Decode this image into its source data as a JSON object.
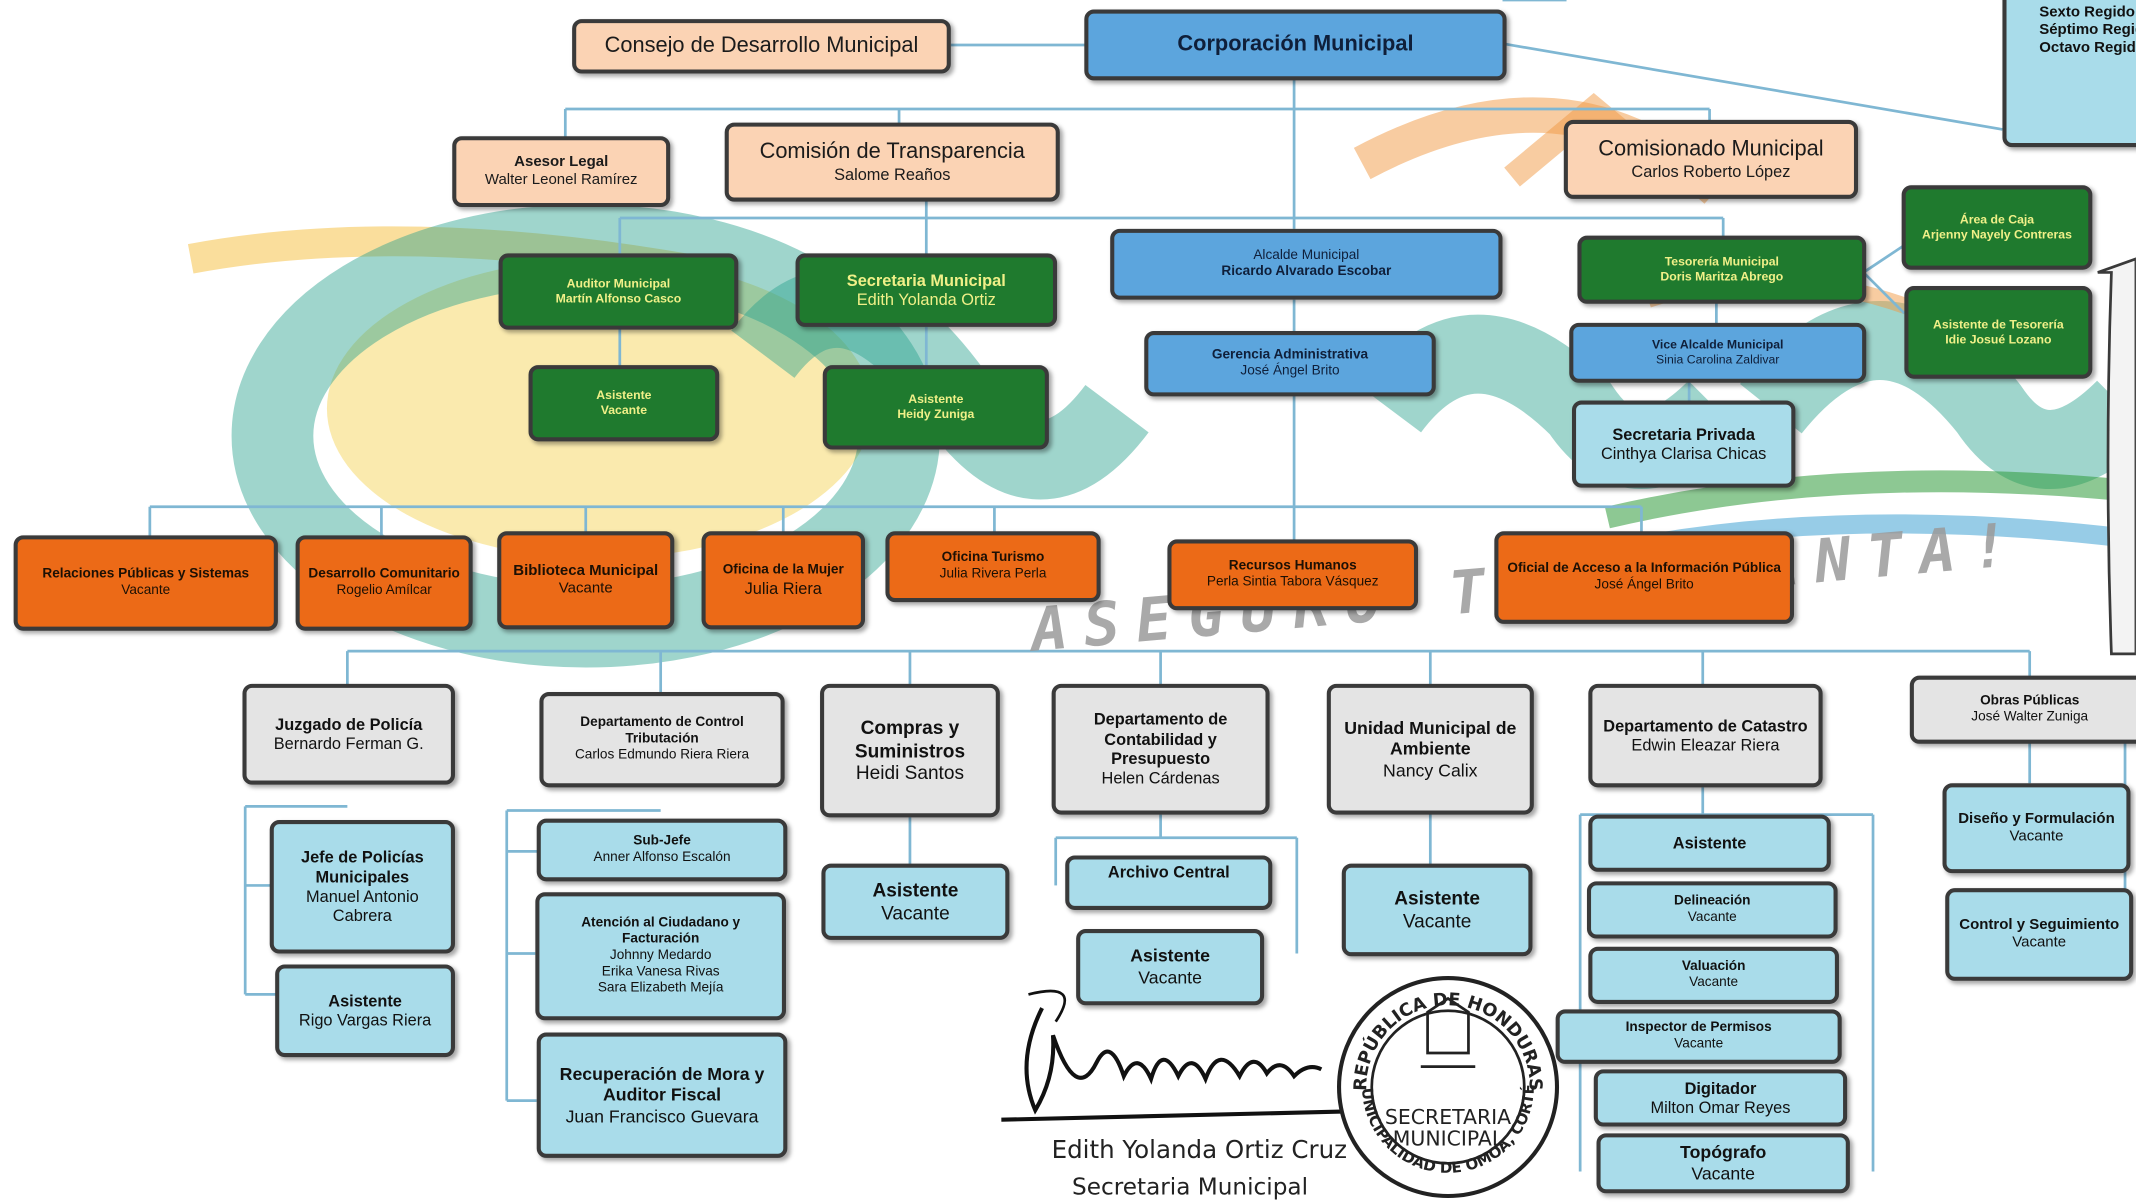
{
  "colors": {
    "peach": "#fbd3b4",
    "blue": "#5ca5dd",
    "green": "#1f7a2e",
    "orange": "#ec6a17",
    "gray": "#e4e4e4",
    "light_blue": "#a9dcea",
    "connector": "#7fb7d3"
  },
  "watermark": {
    "slogan": "ASEGURO TE ENCANTA!"
  },
  "top": {
    "corporacion": "Corporación Municipal",
    "consejo": "Consejo de Desarrollo Municipal",
    "regidores": [
      "Sexto Regidor",
      "Séptimo Regidor",
      "Octavo Regidor"
    ]
  },
  "advisory": {
    "asesor": {
      "title": "Asesor Legal",
      "name": "Walter Leonel Ramírez"
    },
    "transparencia": {
      "title": "Comisión de Transparencia",
      "name": "Salome Reaños"
    },
    "comisionado": {
      "title": "Comisionado Municipal",
      "name": "Carlos Roberto López"
    }
  },
  "executive": {
    "auditor": {
      "title": "Auditor Municipal",
      "name": "Martín Alfonso Casco"
    },
    "auditor_asistente": {
      "title": "Asistente",
      "name": "Vacante"
    },
    "secretaria": {
      "title": "Secretaria Municipal",
      "name": "Edith Yolanda Ortiz"
    },
    "secretaria_asistente": {
      "title": "Asistente",
      "name": "Heidy Zuniga"
    },
    "alcalde": {
      "title": "Alcalde Municipal",
      "name": "Ricardo Alvarado Escobar"
    },
    "gerencia": {
      "title": "Gerencia Administrativa",
      "name": "José Ángel Brito"
    },
    "tesoreria": {
      "title": "Tesorería Municipal",
      "name": "Doris Maritza Abrego"
    },
    "vice": {
      "title": "Vice Alcalde Municipal",
      "name": "Sinia Carolina Zaldivar"
    },
    "privada": {
      "title": "Secretaria Privada",
      "name": "Cinthya Clarisa Chicas"
    },
    "caja": {
      "title": "Área de Caja",
      "name": "Arjenny Nayely Contreras"
    },
    "asist_tesoreria": {
      "title": "Asistente de Tesorería",
      "name": "Idie Josué Lozano"
    }
  },
  "orange_row": [
    {
      "title": "Relaciones Públicas y Sistemas",
      "name": "Vacante"
    },
    {
      "title": "Desarrollo Comunitario",
      "name": "Rogelio Amílcar"
    },
    {
      "title": "Biblioteca Municipal",
      "name": "Vacante"
    },
    {
      "title": "Oficina de la Mujer",
      "name": "Julia Riera"
    },
    {
      "title": "Oficina Turismo",
      "name": "Julia Rivera Perla"
    },
    {
      "title": "Recursos Humanos",
      "name": "Perla Sintia Tabora Vásquez"
    },
    {
      "title": "Oficial de Acceso a la Información Pública",
      "name": "José Ángel Brito"
    }
  ],
  "departments": {
    "juzgado": {
      "title": "Juzgado de Policía",
      "name": "Bernardo Ferman G."
    },
    "control": {
      "title": "Departamento de Control Tributación",
      "name": "Carlos Edmundo Riera Riera"
    },
    "compras": {
      "title": "Compras y Suministros",
      "name": "Heidi Santos"
    },
    "contabilidad": {
      "title": "Departamento de Contabilidad y Presupuesto",
      "name": "Helen Cárdenas"
    },
    "ambiente": {
      "title": "Unidad Municipal de Ambiente",
      "name": "Nancy Calix"
    },
    "catastro": {
      "title": "Departamento de Catastro",
      "name": "Edwin Eleazar Riera"
    },
    "obras": {
      "title": "Obras Públicas",
      "name": "José Walter Zuniga"
    }
  },
  "sub_units": {
    "jefe_policias": {
      "title": "Jefe de Policías Municipales",
      "name": "Manuel Antonio Cabrera"
    },
    "juzgado_asistente": {
      "title": "Asistente",
      "name": "Rigo Vargas Riera"
    },
    "subjefe": {
      "title": "Sub-Jefe",
      "name": "Anner Alfonso Escalón"
    },
    "atencion": {
      "title": "Atención al Ciudadano y Facturación",
      "names": [
        "Johnny Medardo",
        "Erika Vanesa Rivas",
        "Sara Elizabeth Mejía"
      ]
    },
    "recuperacion": {
      "title": "Recuperación de Mora y Auditor Fiscal",
      "name": "Juan Francisco Guevara"
    },
    "compras_asistente": {
      "title": "Asistente",
      "name": "Vacante"
    },
    "archivo": {
      "title": "Archivo Central"
    },
    "contab_asistente": {
      "title": "Asistente",
      "name": "Vacante"
    },
    "ambiente_asistente": {
      "title": "Asistente",
      "name": "Vacante"
    },
    "catastro_asistente": {
      "title": "Asistente"
    },
    "delineacion": {
      "title": "Delineación",
      "name": "Vacante"
    },
    "valuacion": {
      "title": "Valuación",
      "name": "Vacante"
    },
    "inspector": {
      "title": "Inspector de Permisos",
      "name": "Vacante"
    },
    "digitador": {
      "title": "Digitador",
      "name": "Milton Omar Reyes"
    },
    "topografo": {
      "title": "Topógrafo",
      "name": "Vacante"
    },
    "diseno": {
      "title": "Diseño y Formulación",
      "name": "Vacante"
    },
    "control_seg": {
      "title": "Control y Seguimiento",
      "name": "Vacante"
    }
  },
  "signature": {
    "name": "Edith Yolanda Ortiz Cruz",
    "role": "Secretaria Municipal"
  },
  "seal": {
    "top": "REPÚBLICA DE HONDURAS",
    "bottom": "MUNICIPALIDAD DE OMOA, CORTÉS",
    "center_line1": "SECRETARIA",
    "center_line2": "MUNICIPAL"
  }
}
